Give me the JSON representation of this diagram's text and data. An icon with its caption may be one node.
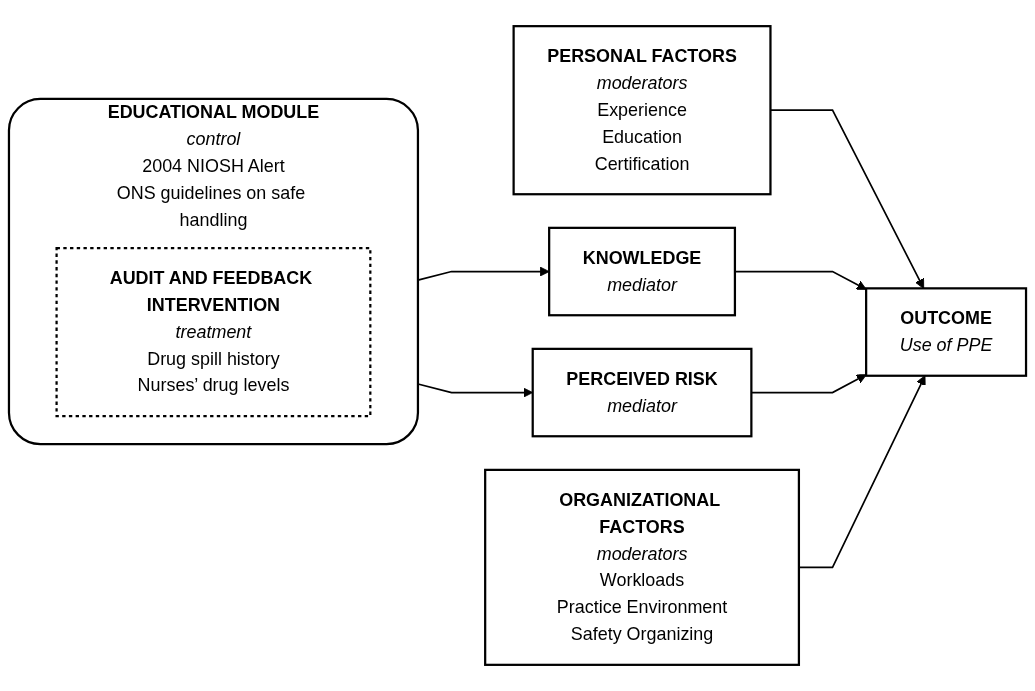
{
  "diagram": {
    "nodes": [
      {
        "text": [
          "PERSONAL FACTORS",
          "moderators",
          "Experience",
          "Education",
          "Certification"
        ]
      },
      {
        "text": [
          "EDUCATIONAL MODULE",
          "control",
          "2004 NIOSH Alert",
          "ONS guidelines on safe handling"
        ]
      },
      {
        "text": [
          "AUDIT AND FEEDBACK INTERVENTION",
          "treatment",
          "Drug spill history",
          "Nurses’ drug levels"
        ],
        "in": 1
      },
      {
        "text": [
          "KNOWLEDGE",
          "mediator"
        ]
      },
      {
        "text": [
          "PERCEIVED RISK",
          "mediator"
        ]
      },
      {
        "text": [
          "OUTCOME",
          "Use of PPE"
        ]
      },
      {
        "text": [
          "ORGANIZATIONAL FACTORS",
          "moderators",
          "Workloads",
          "Practice Environment",
          "Safety Organizing"
        ]
      }
    ],
    "edges": [
      {
        "from": 1,
        "to": 3,
        "arrow": "to"
      },
      {
        "from": 1,
        "to": 4,
        "arrow": "to"
      },
      {
        "from": 0,
        "to": 5,
        "arrow": "to"
      },
      {
        "from": 3,
        "to": 5,
        "arrow": "to"
      },
      {
        "from": 4,
        "to": 5,
        "arrow": "to"
      },
      {
        "from": 6,
        "to": 5,
        "arrow": "to"
      }
    ]
  }
}
